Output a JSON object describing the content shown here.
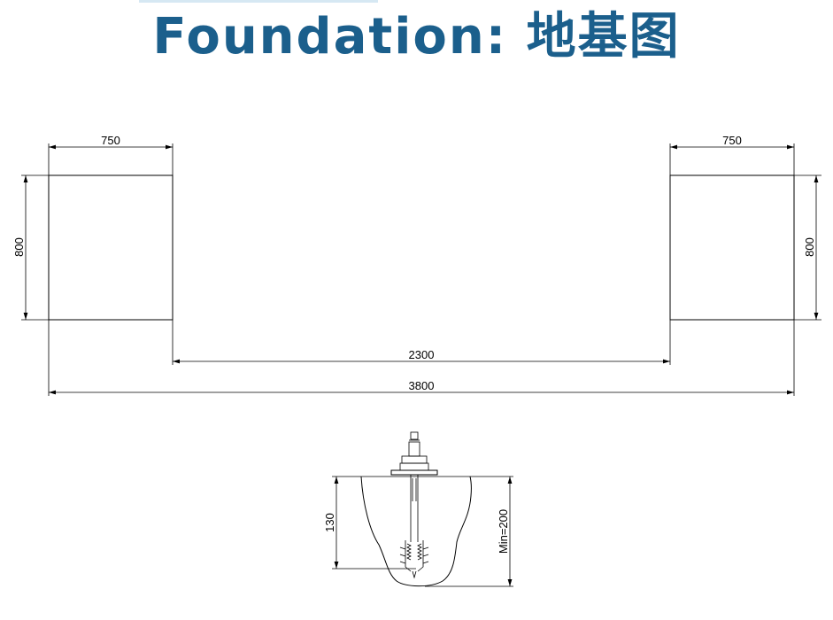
{
  "header": {
    "title": "Foundation: 地基图",
    "accent_color": "#1b5f8c"
  },
  "plan": {
    "left_block_width": "750",
    "right_block_width": "750",
    "left_block_depth": "800",
    "right_block_depth": "800",
    "inner_span": "2300",
    "total_span": "3800"
  },
  "anchor_detail": {
    "embed_depth": "130",
    "hole_depth": "Min=200"
  }
}
